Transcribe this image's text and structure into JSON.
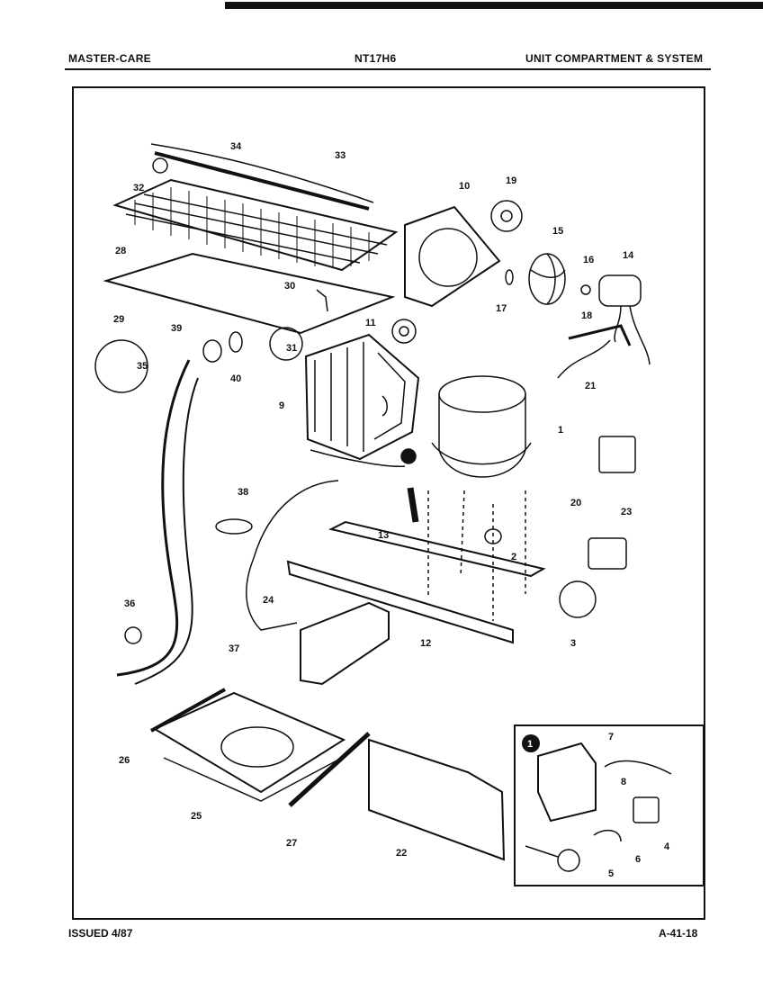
{
  "header": {
    "left": "MASTER-CARE",
    "center": "NT17H6",
    "right": "UNIT COMPARTMENT & SYSTEM"
  },
  "footer": {
    "left": "ISSUED 4/87",
    "right": "A-41-18"
  },
  "callouts": {
    "c1": "1",
    "c2": "2",
    "c3": "3",
    "c4": "4",
    "c5": "5",
    "c6": "6",
    "c7": "7",
    "c8": "8",
    "c9": "9",
    "c10": "10",
    "c11": "11",
    "c12": "12",
    "c13": "13",
    "c14": "14",
    "c15": "15",
    "c16": "16",
    "c17": "17",
    "c18": "18",
    "c19": "19",
    "c20": "20",
    "c21": "21",
    "c22": "22",
    "c23": "23",
    "c24": "24",
    "c25": "25",
    "c26": "26",
    "c27": "27",
    "c28": "28",
    "c29": "29",
    "c30": "30",
    "c31": "31",
    "c32": "32",
    "c33": "33",
    "c34": "34",
    "c35": "35",
    "c36": "36",
    "c37": "37",
    "c38": "38",
    "c39": "39",
    "c40": "40",
    "inset_marker": "1"
  }
}
